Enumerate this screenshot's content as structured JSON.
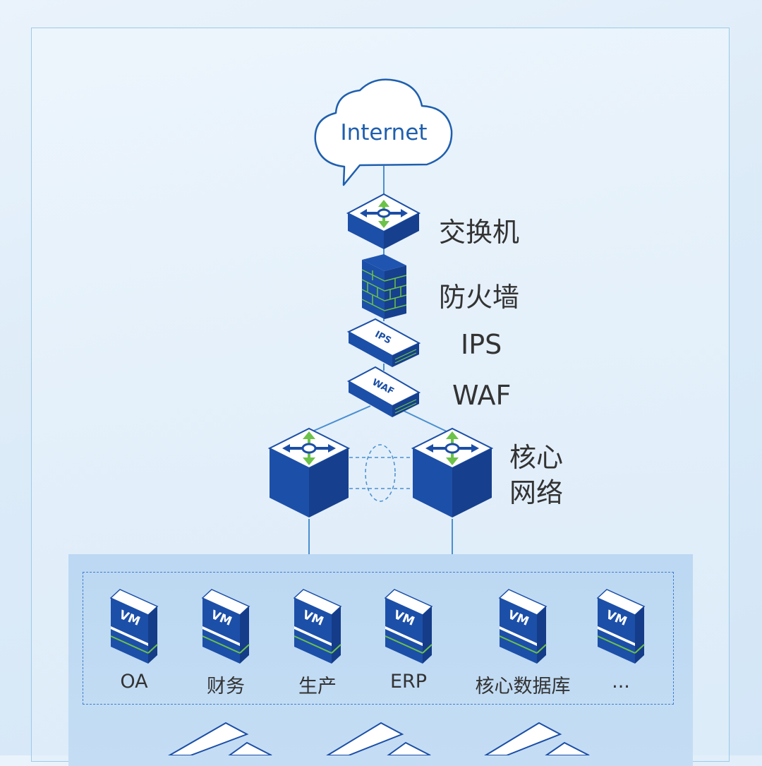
{
  "cloud": {
    "label": "Internet"
  },
  "devices": {
    "switch": "交换机",
    "firewall": "防火墙",
    "ips": "IPS",
    "waf": "WAF",
    "core_line1": "核心",
    "core_line2": "网络"
  },
  "device_marks": {
    "ips_text": "IPS",
    "waf_text": "WAF"
  },
  "vms": [
    {
      "tag": "VM",
      "label": "OA"
    },
    {
      "tag": "VM",
      "label": "财务"
    },
    {
      "tag": "VM",
      "label": "生产"
    },
    {
      "tag": "VM",
      "label": "ERP"
    },
    {
      "tag": "VM",
      "label": "核心数据库"
    },
    {
      "tag": "VM",
      "label": "..."
    }
  ],
  "colors": {
    "device_blue": "#1b4ea6",
    "device_dark": "#14418f",
    "top_face": "#ffffff",
    "arrow_green": "#6cc24a",
    "link_line": "#4a8fd0"
  }
}
